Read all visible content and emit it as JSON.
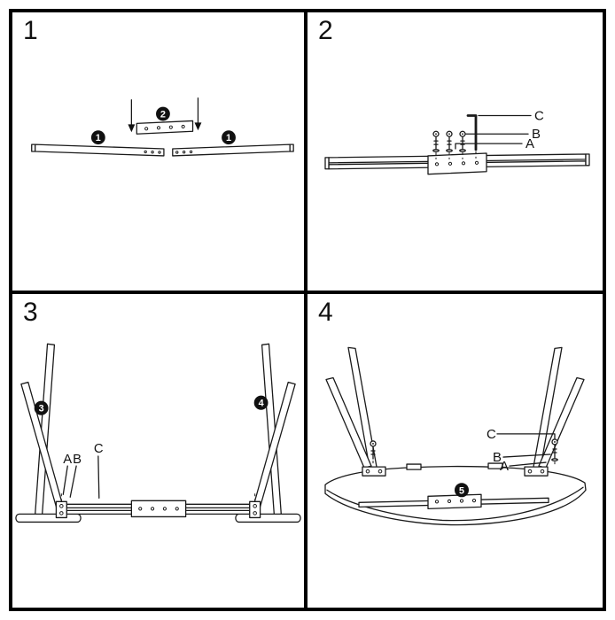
{
  "sheet": {
    "panel1": {
      "step": "1",
      "callout_beam_left": "1",
      "callout_beam_right": "1",
      "callout_connector": "2"
    },
    "panel2": {
      "step": "2",
      "label_a": "A",
      "label_b": "B",
      "label_c": "C"
    },
    "panel3": {
      "step": "3",
      "callout_leg_left": "3",
      "callout_leg_right": "4",
      "label_a": "A",
      "label_b": "B",
      "label_c": "C"
    },
    "panel4": {
      "step": "4",
      "callout_desktop": "5",
      "label_a": "A",
      "label_b": "B",
      "label_c": "C"
    }
  }
}
